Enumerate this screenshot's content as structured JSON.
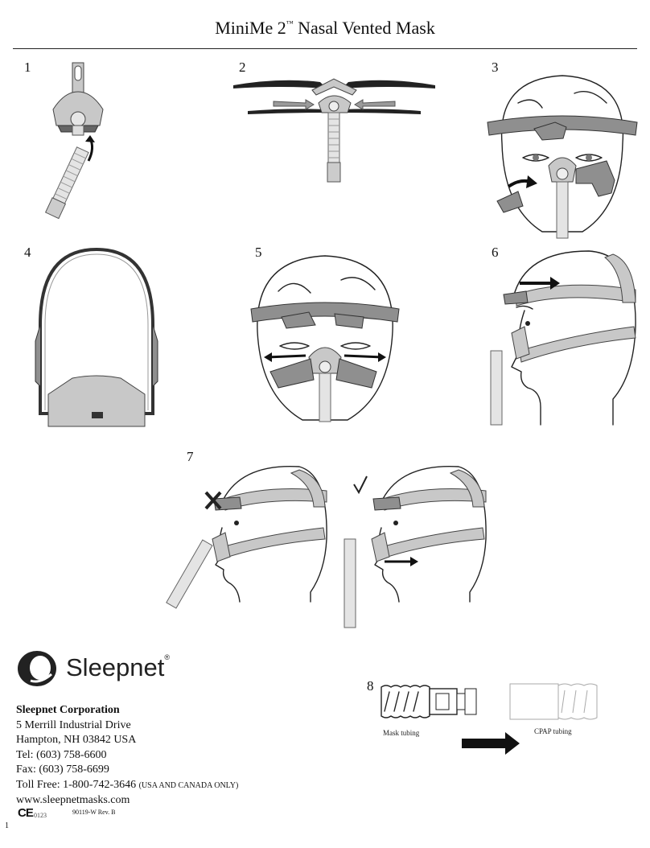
{
  "header": {
    "title": "MiniMe 2",
    "trademark": "™",
    "title_suffix": "Nasal Vented Mask"
  },
  "steps": [
    "1",
    "2",
    "3",
    "4",
    "5",
    "6",
    "7",
    "8"
  ],
  "step8": {
    "left_caption": "Mask tubing",
    "right_caption": "CPAP tubing"
  },
  "logo": {
    "name": "Sleepnet",
    "registered": "®"
  },
  "address": {
    "company": "Sleepnet Corporation",
    "street": "5 Merrill Industrial Drive",
    "city": "Hampton, NH 03842 USA",
    "tel": "Tel: (603) 758-6600",
    "fax": "Fax: (603) 758-6699",
    "tollfree": "Toll Free: 1-800-742-3646",
    "tollfree_note": "(USA AND CANADA ONLY)",
    "web": "www.sleepnetmasks.com"
  },
  "footer": {
    "ce_mark": "CE",
    "ce_number": "0123",
    "doc_number": "90119-W Rev. B",
    "page": "1"
  }
}
